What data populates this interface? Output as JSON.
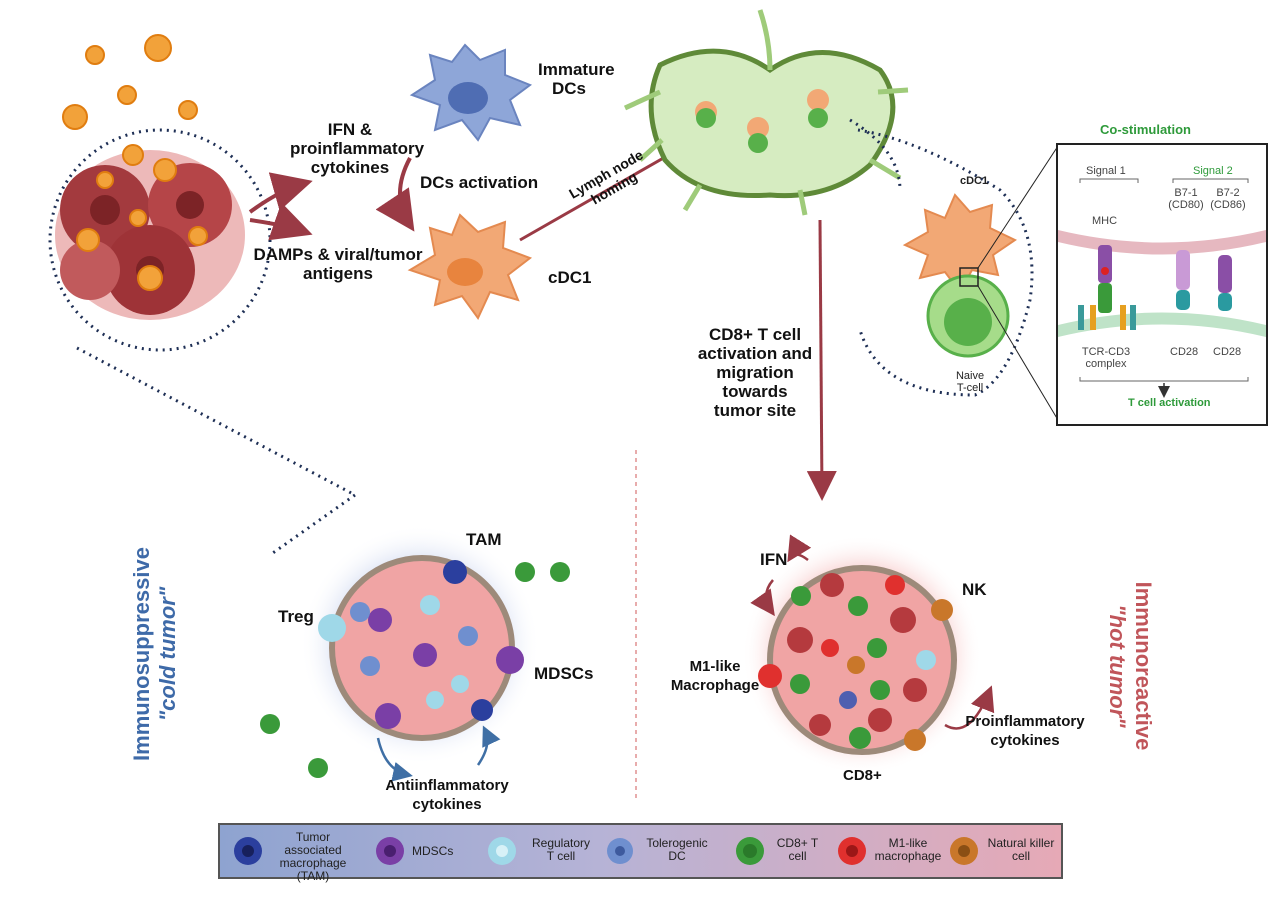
{
  "top": {
    "ifn_cytokines": [
      "IFN &",
      "proinflammatory",
      "cytokines"
    ],
    "damps_antigens": [
      "DAMPs & viral/tumor",
      "antigens"
    ],
    "immature_dcs": [
      "Immature",
      "DCs"
    ],
    "dcs_activation": "DCs activation",
    "cdc1": "cDC1",
    "lymph_node_homing": [
      "Lymph node",
      "homing"
    ],
    "cd8_activation": [
      "CD8+ T cell",
      "activation and",
      "migration towards",
      "tumor site"
    ],
    "cdc1_small": "cDC1",
    "naive_tcell": [
      "Naive",
      "T-cell"
    ]
  },
  "inset": {
    "title": "Co-stimulation",
    "signal1": "Signal 1",
    "signal2": "Signal 2",
    "mhc": "MHC",
    "b71": [
      "B7-1",
      "(CD80)"
    ],
    "b72": [
      "B7-2",
      "(CD86)"
    ],
    "tcr": [
      "TCR-CD3",
      "complex"
    ],
    "cd28a": "CD28",
    "cd28b": "CD28",
    "activation": "T cell activation"
  },
  "cold": {
    "side_title": "Immunosuppressive",
    "side_subtitle": "\"cold tumor\"",
    "tam": "TAM",
    "treg": "Treg",
    "mdscs": "MDSCs",
    "antiinflammatory": [
      "Antiinflammatory",
      "cytokines"
    ]
  },
  "hot": {
    "side_title": "Immunoreactive",
    "side_subtitle": "\"hot tumor\"",
    "ifn": "IFN",
    "nk": "NK",
    "m1": [
      "M1-like",
      "Macrophage"
    ],
    "proinflammatory": [
      "Proinflammatory",
      "cytokines"
    ],
    "cd8": "CD8+"
  },
  "legend": [
    {
      "label": [
        "Tumor associated",
        "macrophage",
        "(TAM)"
      ],
      "icon": "tam-icon",
      "color": "#2b3f9e"
    },
    {
      "label": [
        "MDSCs"
      ],
      "icon": "mdsc-icon",
      "color": "#7a3fa6"
    },
    {
      "label": [
        "Regulatory",
        "T cell"
      ],
      "icon": "treg-icon",
      "color": "#9fd8e8"
    },
    {
      "label": [
        "Tolerogenic",
        "DC"
      ],
      "icon": "tolerogenic-dc-icon",
      "color": "#6f8fcf"
    },
    {
      "label": [
        "CD8+ T",
        "cell"
      ],
      "icon": "cd8-tcell-icon",
      "color": "#3a9a3a"
    },
    {
      "label": [
        "M1-like",
        "macrophage"
      ],
      "icon": "m1-macrophage-icon",
      "color": "#e0302e"
    },
    {
      "label": [
        "Natural killer",
        "cell"
      ],
      "icon": "nk-cell-icon",
      "color": "#c9772a"
    }
  ],
  "colors": {
    "arrow": "#9a3a45",
    "dendritic_blue": "#8ea6d8",
    "dendritic_orange": "#f2a875",
    "lymph_green": "#d6ecc1",
    "tumor_red": "#a33a3e",
    "virus": "#f2a23a"
  }
}
